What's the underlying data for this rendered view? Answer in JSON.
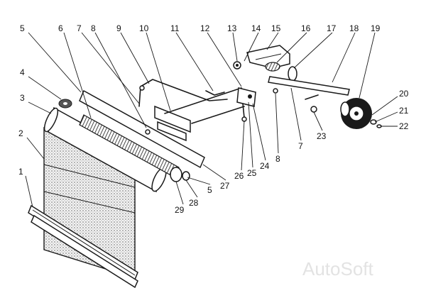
{
  "labels": [
    "1",
    "2",
    "3",
    "4",
    "5",
    "6",
    "7",
    "8",
    "9",
    "10",
    "11",
    "12",
    "13",
    "14",
    "15",
    "16",
    "17",
    "18",
    "19",
    "20",
    "21",
    "22",
    "23",
    "24",
    "25",
    "26",
    "27",
    "28",
    "29",
    "5",
    "7",
    "8"
  ],
  "watermark": "AutoSoft"
}
